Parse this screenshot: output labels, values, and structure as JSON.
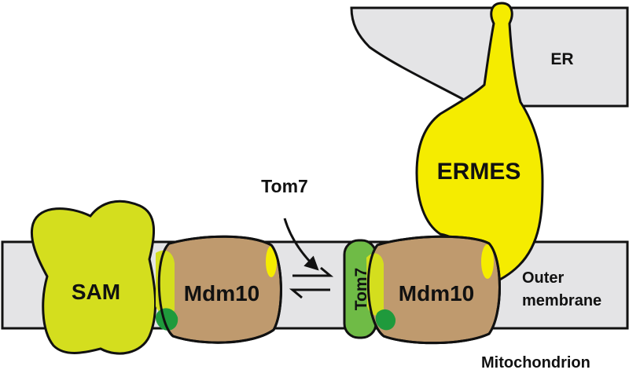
{
  "labels": {
    "er": "ER",
    "ermes": "ERMES",
    "tom7_top": "Tom7",
    "sam": "SAM",
    "mdm10_left": "Mdm10",
    "mdm10_right": "Mdm10",
    "tom7_vertical": "Tom7",
    "outer": "Outer",
    "membrane": "membrane",
    "mitochondrion": "Mitochondrion"
  },
  "colors": {
    "membrane_fill": "#e4e4e6",
    "sam_fill": "#d4de1e",
    "mdm10_fill": "#bf9a6e",
    "ermes_fill": "#f5ec00",
    "tom7_fill": "#6fbb46",
    "dark_green": "#1f9a3c",
    "outline": "#111111"
  },
  "icons": {
    "equilibrium": "equilibrium-arrows-icon",
    "curved_arrow": "curved-arrow-icon"
  }
}
